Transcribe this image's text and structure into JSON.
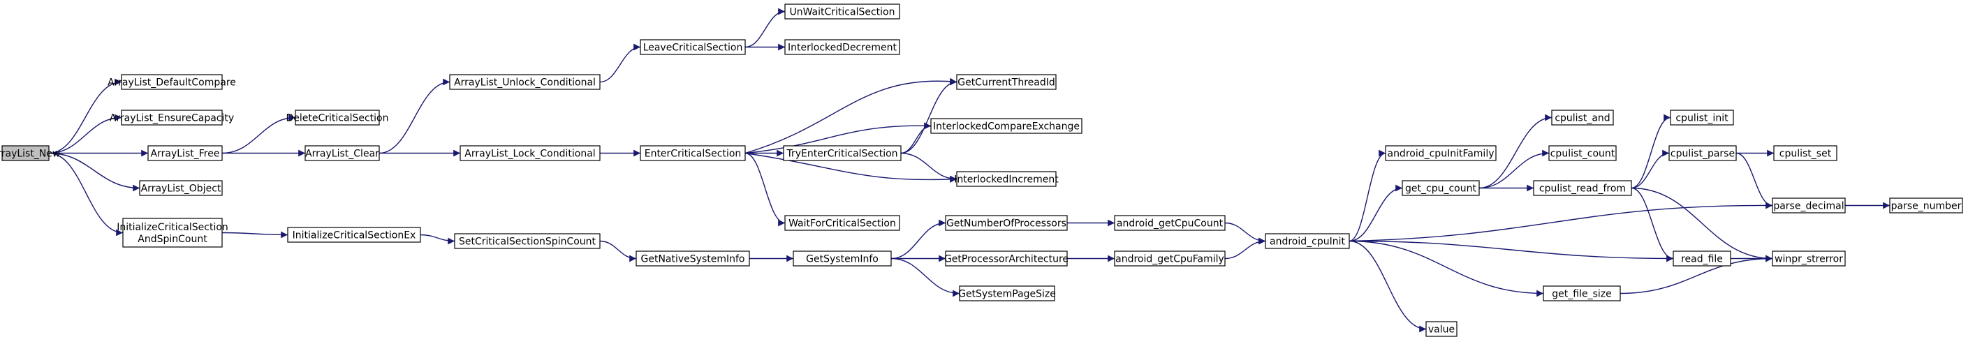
{
  "colors": {
    "edge": "#191970",
    "root_fill": "#bfbfbf",
    "node_fill": "#ffffff",
    "node_stroke": "#000000"
  },
  "nodes": {
    "ArrayList_New": {
      "label": [
        "ArrayList_New"
      ],
      "root": true
    },
    "ArrayList_DefaultCompare": {
      "label": [
        "ArrayList_DefaultCompare"
      ]
    },
    "ArrayList_EnsureCapacity": {
      "label": [
        "ArrayList_EnsureCapacity"
      ]
    },
    "ArrayList_Free": {
      "label": [
        "ArrayList_Free"
      ]
    },
    "ArrayList_Object": {
      "label": [
        "ArrayList_Object"
      ]
    },
    "InitializeCriticalSectionAndSpinCount": {
      "label": [
        "InitializeCriticalSection",
        "AndSpinCount"
      ]
    },
    "DeleteCriticalSection": {
      "label": [
        "DeleteCriticalSection"
      ]
    },
    "ArrayList_Clear": {
      "label": [
        "ArrayList_Clear"
      ]
    },
    "InitializeCriticalSectionEx": {
      "label": [
        "InitializeCriticalSectionEx"
      ]
    },
    "ArrayList_Unlock_Conditional": {
      "label": [
        "ArrayList_Unlock_Conditional"
      ]
    },
    "ArrayList_Lock_Conditional": {
      "label": [
        "ArrayList_Lock_Conditional"
      ]
    },
    "SetCriticalSectionSpinCount": {
      "label": [
        "SetCriticalSectionSpinCount"
      ]
    },
    "LeaveCriticalSection": {
      "label": [
        "LeaveCriticalSection"
      ]
    },
    "EnterCriticalSection": {
      "label": [
        "EnterCriticalSection"
      ]
    },
    "GetNativeSystemInfo": {
      "label": [
        "GetNativeSystemInfo"
      ]
    },
    "UnWaitCriticalSection": {
      "label": [
        "UnWaitCriticalSection"
      ]
    },
    "InterlockedDecrement": {
      "label": [
        "InterlockedDecrement"
      ]
    },
    "TryEnterCriticalSection": {
      "label": [
        "TryEnterCriticalSection"
      ]
    },
    "WaitForCriticalSection": {
      "label": [
        "WaitForCriticalSection"
      ]
    },
    "GetSystemInfo": {
      "label": [
        "GetSystemInfo"
      ]
    },
    "GetCurrentThreadId": {
      "label": [
        "GetCurrentThreadId"
      ]
    },
    "InterlockedCompareExchange": {
      "label": [
        "InterlockedCompareExchange"
      ]
    },
    "InterlockedIncrement": {
      "label": [
        "InterlockedIncrement"
      ]
    },
    "GetNumberOfProcessors": {
      "label": [
        "GetNumberOfProcessors"
      ]
    },
    "GetProcessorArchitecture": {
      "label": [
        "GetProcessorArchitecture"
      ]
    },
    "GetSystemPageSize": {
      "label": [
        "GetSystemPageSize"
      ]
    },
    "android_getCpuCount": {
      "label": [
        "android_getCpuCount"
      ]
    },
    "android_getCpuFamily": {
      "label": [
        "android_getCpuFamily"
      ]
    },
    "android_cpuInit": {
      "label": [
        "android_cpuInit"
      ]
    },
    "android_cpuInitFamily": {
      "label": [
        "android_cpuInitFamily"
      ]
    },
    "get_cpu_count": {
      "label": [
        "get_cpu_count"
      ]
    },
    "value": {
      "label": [
        "value"
      ]
    },
    "cpulist_and": {
      "label": [
        "cpulist_and"
      ]
    },
    "cpulist_count": {
      "label": [
        "cpulist_count"
      ]
    },
    "cpulist_read_from": {
      "label": [
        "cpulist_read_from"
      ]
    },
    "get_file_size": {
      "label": [
        "get_file_size"
      ]
    },
    "cpulist_init": {
      "label": [
        "cpulist_init"
      ]
    },
    "cpulist_parse": {
      "label": [
        "cpulist_parse"
      ]
    },
    "read_file": {
      "label": [
        "read_file"
      ]
    },
    "cpulist_set": {
      "label": [
        "cpulist_set"
      ]
    },
    "parse_decimal": {
      "label": [
        "parse_decimal"
      ]
    },
    "winpr_strerror": {
      "label": [
        "winpr_strerror"
      ]
    },
    "parse_number": {
      "label": [
        "parse_number"
      ]
    }
  },
  "edges": [
    [
      "ArrayList_New",
      "ArrayList_DefaultCompare"
    ],
    [
      "ArrayList_New",
      "ArrayList_EnsureCapacity"
    ],
    [
      "ArrayList_New",
      "ArrayList_Free"
    ],
    [
      "ArrayList_New",
      "ArrayList_Object"
    ],
    [
      "ArrayList_New",
      "InitializeCriticalSectionAndSpinCount"
    ],
    [
      "ArrayList_Free",
      "DeleteCriticalSection"
    ],
    [
      "ArrayList_Free",
      "ArrayList_Clear"
    ],
    [
      "ArrayList_Clear",
      "ArrayList_Unlock_Conditional"
    ],
    [
      "ArrayList_Clear",
      "ArrayList_Lock_Conditional"
    ],
    [
      "ArrayList_Unlock_Conditional",
      "LeaveCriticalSection"
    ],
    [
      "LeaveCriticalSection",
      "UnWaitCriticalSection"
    ],
    [
      "LeaveCriticalSection",
      "InterlockedDecrement"
    ],
    [
      "ArrayList_Lock_Conditional",
      "EnterCriticalSection"
    ],
    [
      "EnterCriticalSection",
      "GetCurrentThreadId"
    ],
    [
      "EnterCriticalSection",
      "InterlockedCompareExchange"
    ],
    [
      "EnterCriticalSection",
      "TryEnterCriticalSection"
    ],
    [
      "EnterCriticalSection",
      "InterlockedIncrement"
    ],
    [
      "EnterCriticalSection",
      "WaitForCriticalSection"
    ],
    [
      "TryEnterCriticalSection",
      "GetCurrentThreadId"
    ],
    [
      "TryEnterCriticalSection",
      "InterlockedCompareExchange"
    ],
    [
      "TryEnterCriticalSection",
      "InterlockedIncrement"
    ],
    [
      "InitializeCriticalSectionAndSpinCount",
      "InitializeCriticalSectionEx"
    ],
    [
      "InitializeCriticalSectionEx",
      "SetCriticalSectionSpinCount"
    ],
    [
      "SetCriticalSectionSpinCount",
      "GetNativeSystemInfo"
    ],
    [
      "GetNativeSystemInfo",
      "GetSystemInfo"
    ],
    [
      "GetSystemInfo",
      "GetNumberOfProcessors"
    ],
    [
      "GetSystemInfo",
      "GetProcessorArchitecture"
    ],
    [
      "GetSystemInfo",
      "GetSystemPageSize"
    ],
    [
      "GetNumberOfProcessors",
      "android_getCpuCount"
    ],
    [
      "GetProcessorArchitecture",
      "android_getCpuFamily"
    ],
    [
      "android_getCpuCount",
      "android_cpuInit"
    ],
    [
      "android_getCpuFamily",
      "android_cpuInit"
    ],
    [
      "android_cpuInit",
      "android_cpuInitFamily"
    ],
    [
      "android_cpuInit",
      "get_cpu_count"
    ],
    [
      "android_cpuInit",
      "parse_decimal"
    ],
    [
      "android_cpuInit",
      "read_file"
    ],
    [
      "android_cpuInit",
      "get_file_size"
    ],
    [
      "android_cpuInit",
      "value"
    ],
    [
      "get_cpu_count",
      "cpulist_and"
    ],
    [
      "get_cpu_count",
      "cpulist_count"
    ],
    [
      "get_cpu_count",
      "cpulist_read_from"
    ],
    [
      "cpulist_read_from",
      "cpulist_init"
    ],
    [
      "cpulist_read_from",
      "cpulist_parse"
    ],
    [
      "cpulist_read_from",
      "read_file"
    ],
    [
      "cpulist_read_from",
      "winpr_strerror"
    ],
    [
      "cpulist_parse",
      "cpulist_set"
    ],
    [
      "cpulist_parse",
      "parse_decimal"
    ],
    [
      "parse_decimal",
      "parse_number"
    ],
    [
      "read_file",
      "winpr_strerror"
    ],
    [
      "get_file_size",
      "winpr_strerror"
    ]
  ]
}
